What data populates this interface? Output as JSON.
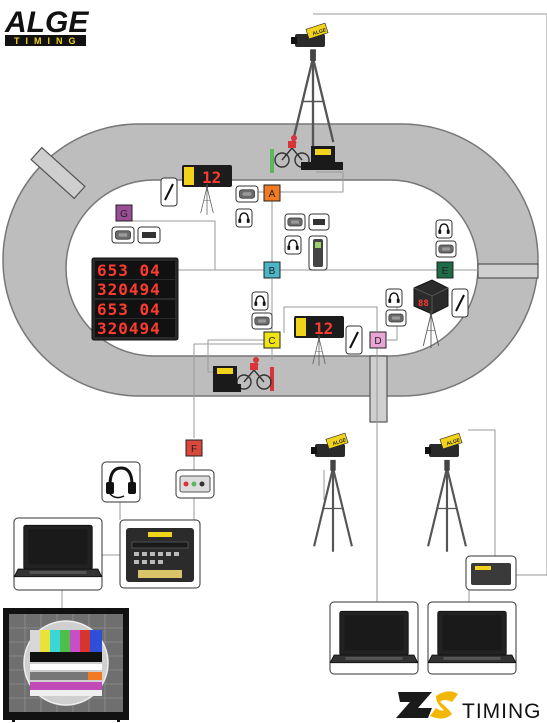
{
  "brand": {
    "alge_word": "ALGE",
    "alge_sub": "TIMING",
    "zs_word": "TIMING",
    "alge_yellow": "#f2d31b"
  },
  "nodes": [
    {
      "id": "A",
      "label": "A",
      "color": "#f07b22"
    },
    {
      "id": "B",
      "label": "B",
      "color": "#4ab6c8"
    },
    {
      "id": "C",
      "label": "C",
      "color": "#f0e312"
    },
    {
      "id": "D",
      "label": "D",
      "color": "#e7a6d3"
    },
    {
      "id": "E",
      "label": "E",
      "color": "#1e6b47"
    },
    {
      "id": "F",
      "label": "F",
      "color": "#d9483a"
    },
    {
      "id": "G",
      "label": "G",
      "color": "#9b4d96"
    }
  ],
  "scoreboard_rows": [
    "653 04",
    "320494",
    "653 04",
    "320494"
  ],
  "mini_display": "12",
  "colors": {
    "track": "#bdbdbd",
    "track_edge": "#777777",
    "line": "#9a9a9a",
    "display_bg": "#1c1c1c",
    "start_line": "#5cb85c",
    "finish_line": "#d9343a"
  },
  "icons": [
    "alge-logo",
    "zs-timing-logo",
    "video-camera-icon",
    "tripod-icon",
    "cyclist-icon",
    "photocell-icon",
    "headset-icon",
    "pen-icon",
    "handheld-icon",
    "laptop-icon",
    "test-card-monitor-icon",
    "timer-console-icon",
    "printer-icon",
    "display-board-icon"
  ]
}
